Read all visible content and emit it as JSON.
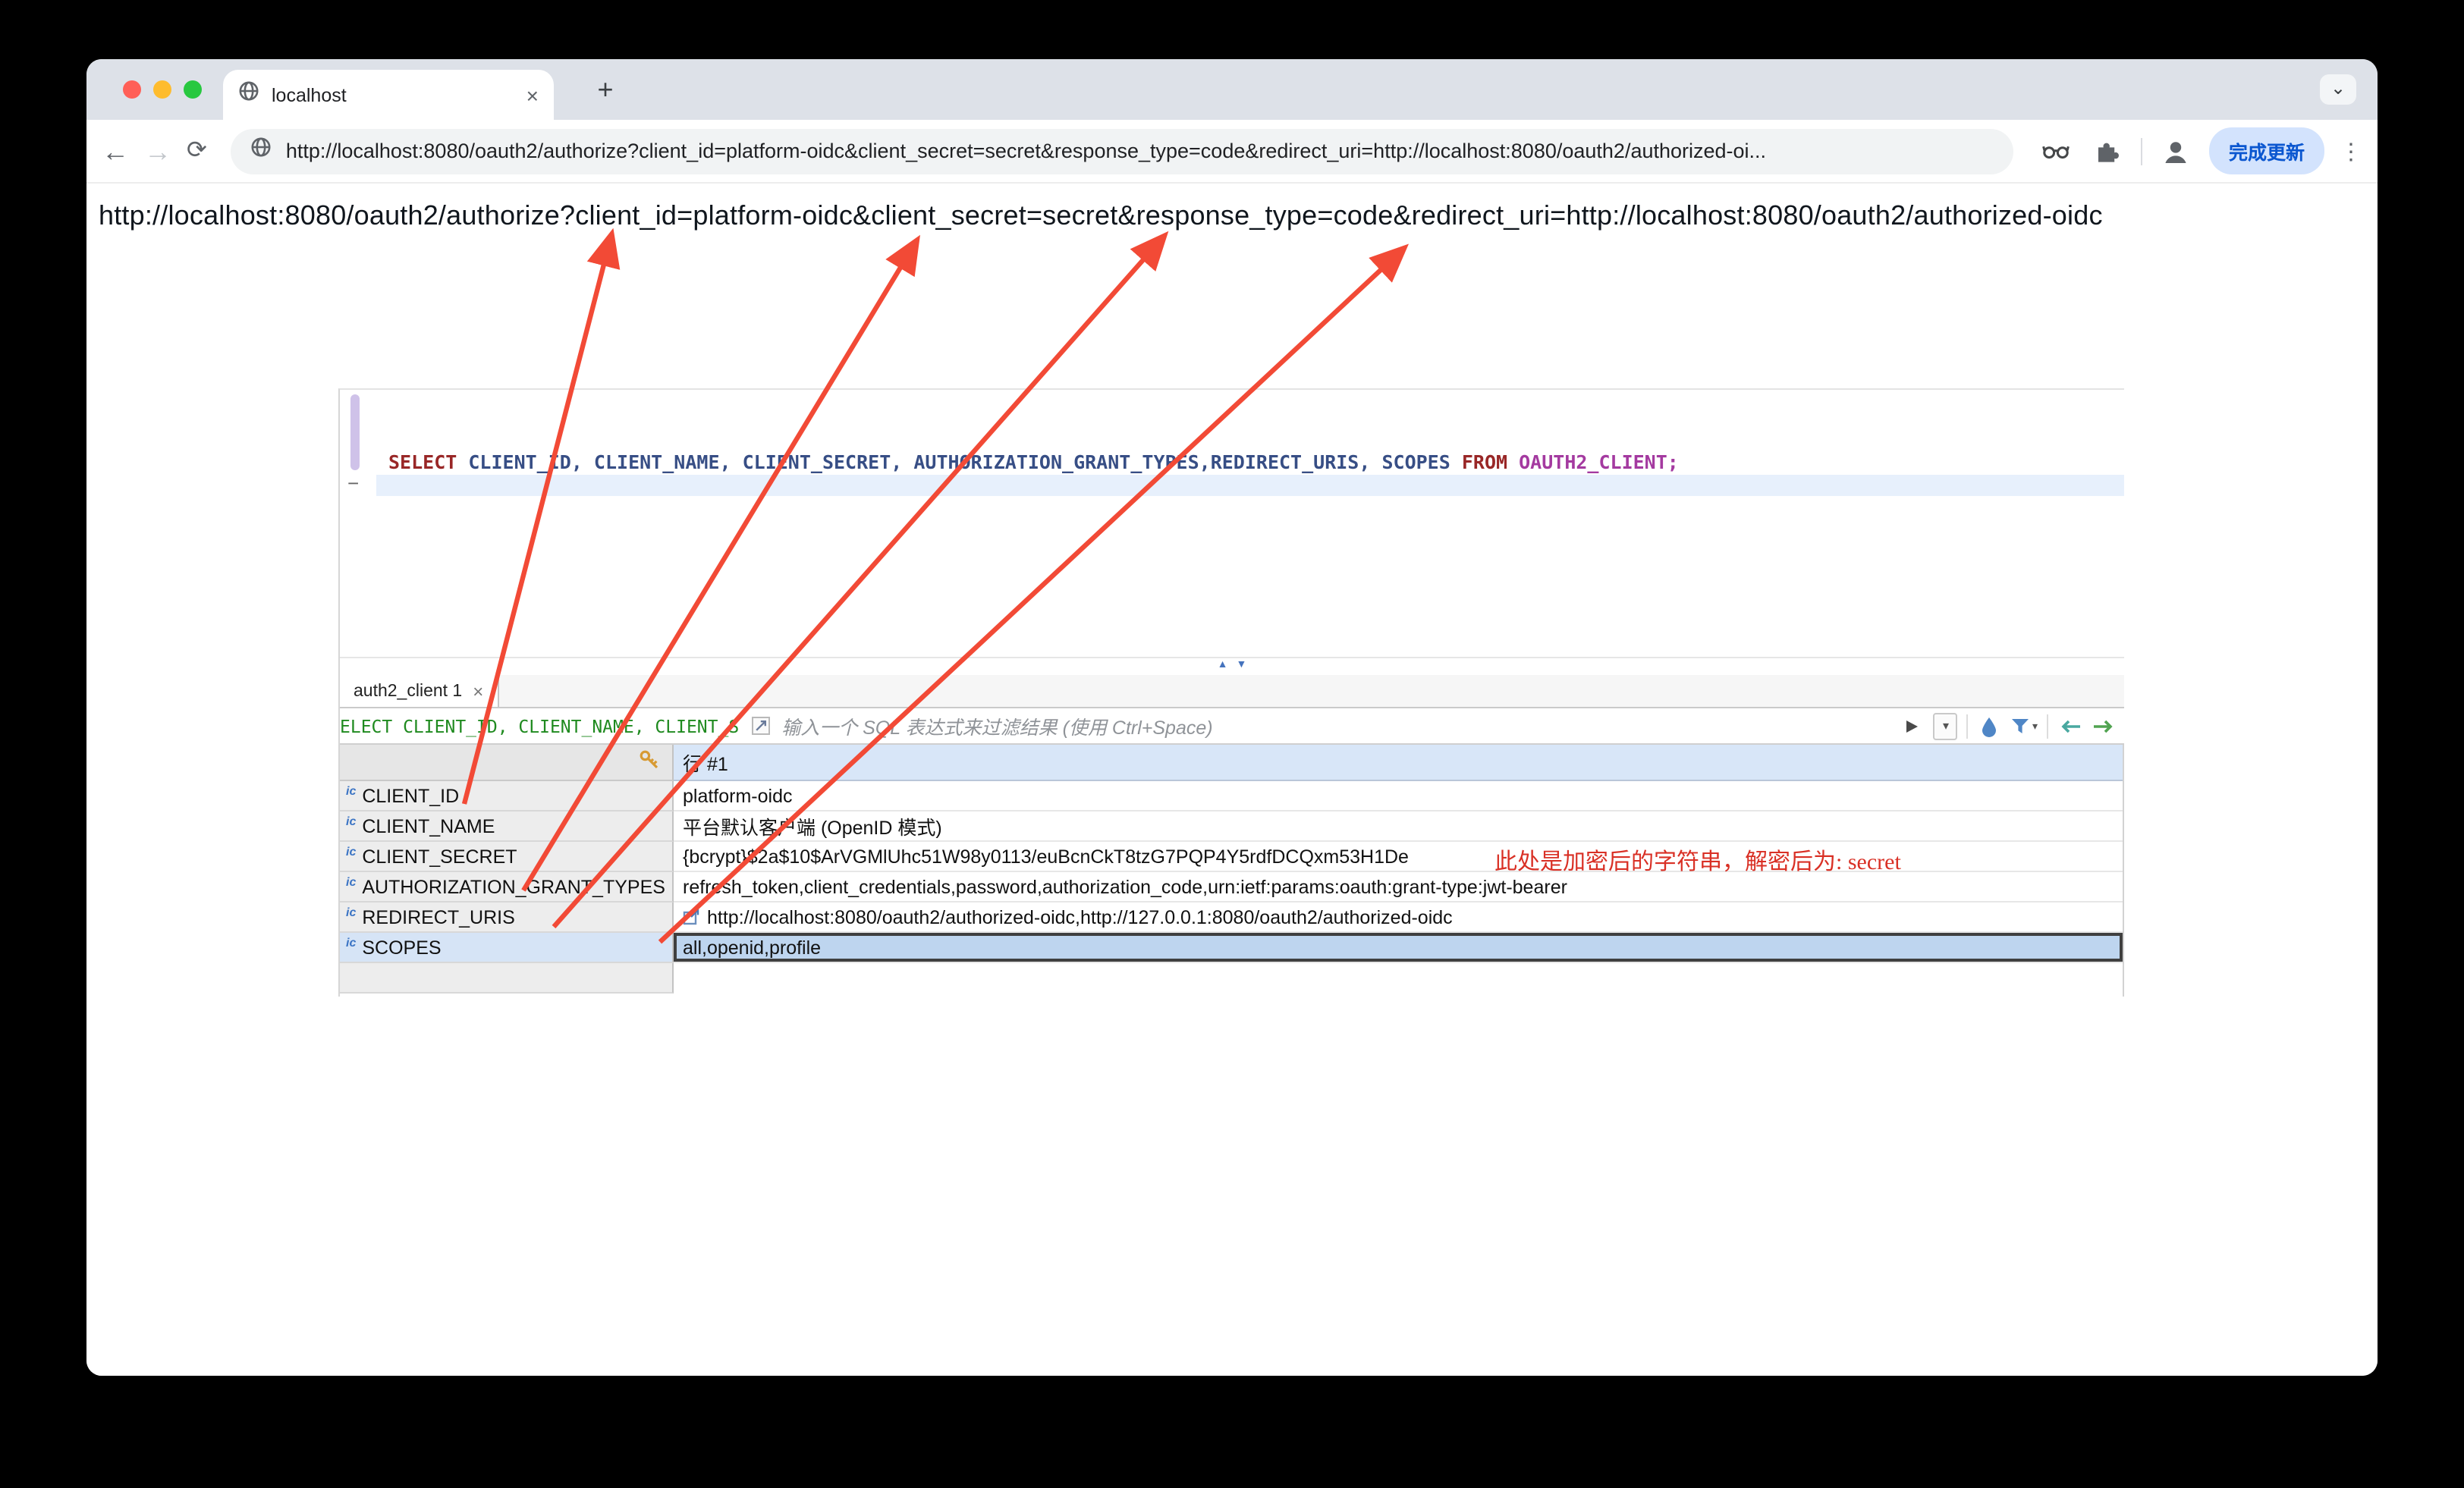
{
  "colors": {
    "arrow": "#f24a36",
    "annotation": "#d93025",
    "accent_blue": "#0b57d0",
    "filter_sql_green": "#1f8a1f",
    "selection_blue": "#bed5ef"
  },
  "icons": {
    "close": "×",
    "new_tab": "+",
    "back": "←",
    "forward": "→",
    "reload": "⟳",
    "menu": "⋮",
    "chevron": "⌄",
    "up": "▲",
    "down": "▼",
    "play": "▶",
    "dropdown": "▾"
  },
  "browser": {
    "tab_title": "localhost",
    "url": "http://localhost:8080/oauth2/authorize?client_id=platform-oidc&client_secret=secret&response_type=code&redirect_uri=http://localhost:8080/oauth2/authorized-oi...",
    "update_button_label": "完成更新"
  },
  "page": {
    "url_line": "http://localhost:8080/oauth2/authorize?client_id=platform-oidc&client_secret=secret&response_type=code&redirect_uri=http://localhost:8080/oauth2/authorized-oidc"
  },
  "sql_editor": {
    "fold_marker": "−",
    "tokens": [
      {
        "text": "SELECT",
        "type": "keyword"
      },
      {
        "text": " CLIENT_ID, CLIENT_NAME, CLIENT_SECRET, AUTHORIZATION_GRANT_TYPES,REDIRECT_URIS, SCOPES ",
        "type": "identifier"
      },
      {
        "text": "FROM",
        "type": "keyword"
      },
      {
        "text": " OAUTH2_CLIENT;",
        "type": "table"
      }
    ]
  },
  "results_panel": {
    "tab_label": "auth2_client 1",
    "filter_sql_fragment": "ELECT CLIENT_ID, CLIENT_NAME, CLIENT_S",
    "filter_placeholder": "输入一个 SQL 表达式来过滤结果 (使用 Ctrl+Space)",
    "row_header": "行 #1",
    "type_icon_label": "ic",
    "columns": [
      {
        "name": "CLIENT_ID",
        "value": "platform-oidc"
      },
      {
        "name": "CLIENT_NAME",
        "value": "平台默认客户端 (OpenID 模式)"
      },
      {
        "name": "CLIENT_SECRET",
        "value": "{bcrypt}$2a$10$ArVGMlUhc51W98y0113/euBcnCkT8tzG7PQP4Y5rdfDCQxm53H1De"
      },
      {
        "name": "AUTHORIZATION_GRANT_TYPES",
        "value": "refresh_token,client_credentials,password,authorization_code,urn:ietf:params:oauth:grant-type:jwt-bearer"
      },
      {
        "name": "REDIRECT_URIS",
        "value": "http://localhost:8080/oauth2/authorized-oidc,http://127.0.0.1:8080/oauth2/authorized-oidc",
        "link": true
      },
      {
        "name": "SCOPES",
        "value": "all,openid,profile",
        "selected": true
      }
    ]
  },
  "annotation": {
    "text": "此处是加密后的字符串，解密后为: secret"
  }
}
